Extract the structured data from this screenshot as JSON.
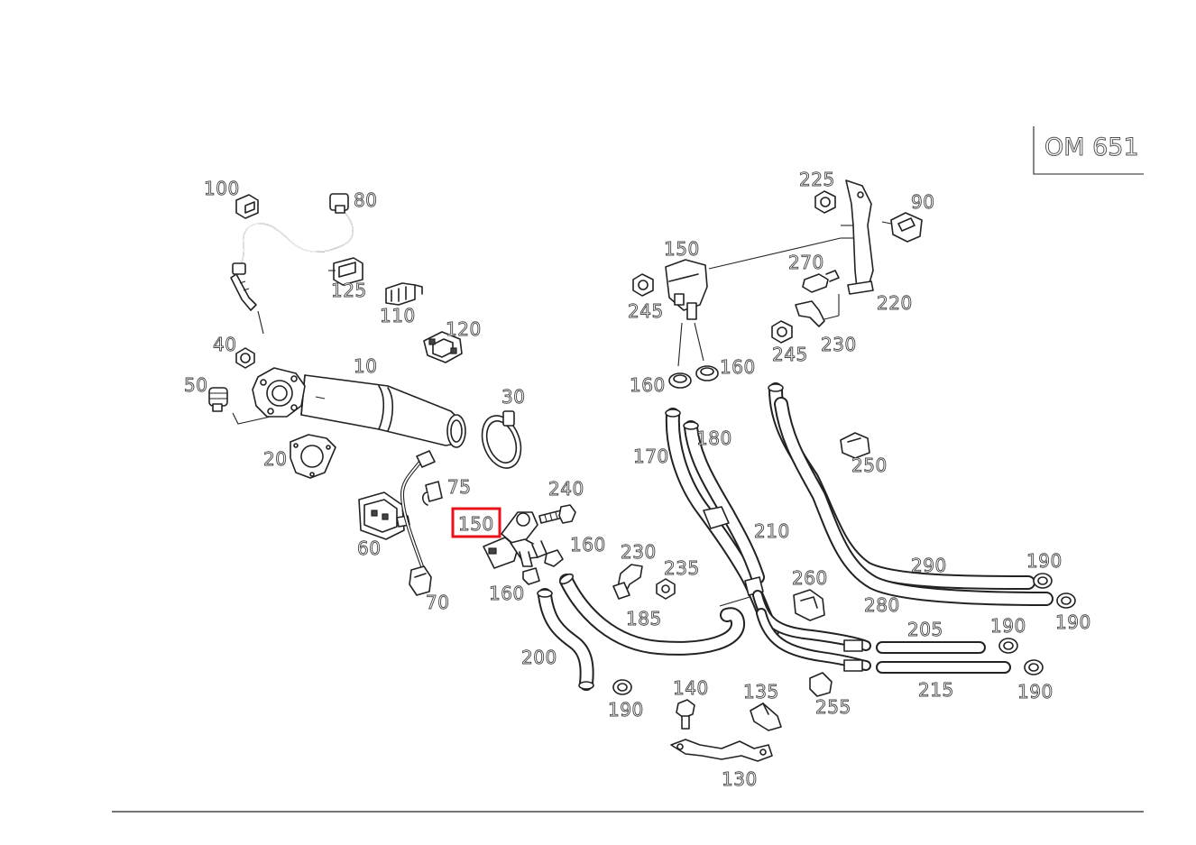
{
  "engine_code": "OM 651",
  "highlight_color": "#e8121b",
  "highlighted_part": "150",
  "labels": {
    "p10": "10",
    "p20": "20",
    "p30": "30",
    "p40": "40",
    "p50": "50",
    "p60": "60",
    "p70": "70",
    "p75": "75",
    "p80": "80",
    "p90": "90",
    "p100": "100",
    "p110": "110",
    "p120": "120",
    "p125": "125",
    "p130": "130",
    "p135": "135",
    "p140": "140",
    "p150a": "150",
    "p150b": "150",
    "p160a": "160",
    "p160b": "160",
    "p160c": "160",
    "p160d": "160",
    "p170": "170",
    "p180": "180",
    "p185": "185",
    "p190a": "190",
    "p190b": "190",
    "p190c": "190",
    "p190d": "190",
    "p190e": "190",
    "p200": "200",
    "p205": "205",
    "p210": "210",
    "p215": "215",
    "p220": "220",
    "p225": "225",
    "p230a": "230",
    "p230b": "230",
    "p235": "235",
    "p240": "240",
    "p245a": "245",
    "p245b": "245",
    "p250": "250",
    "p255": "255",
    "p260": "260",
    "p270": "270",
    "p280": "280",
    "p290": "290"
  }
}
